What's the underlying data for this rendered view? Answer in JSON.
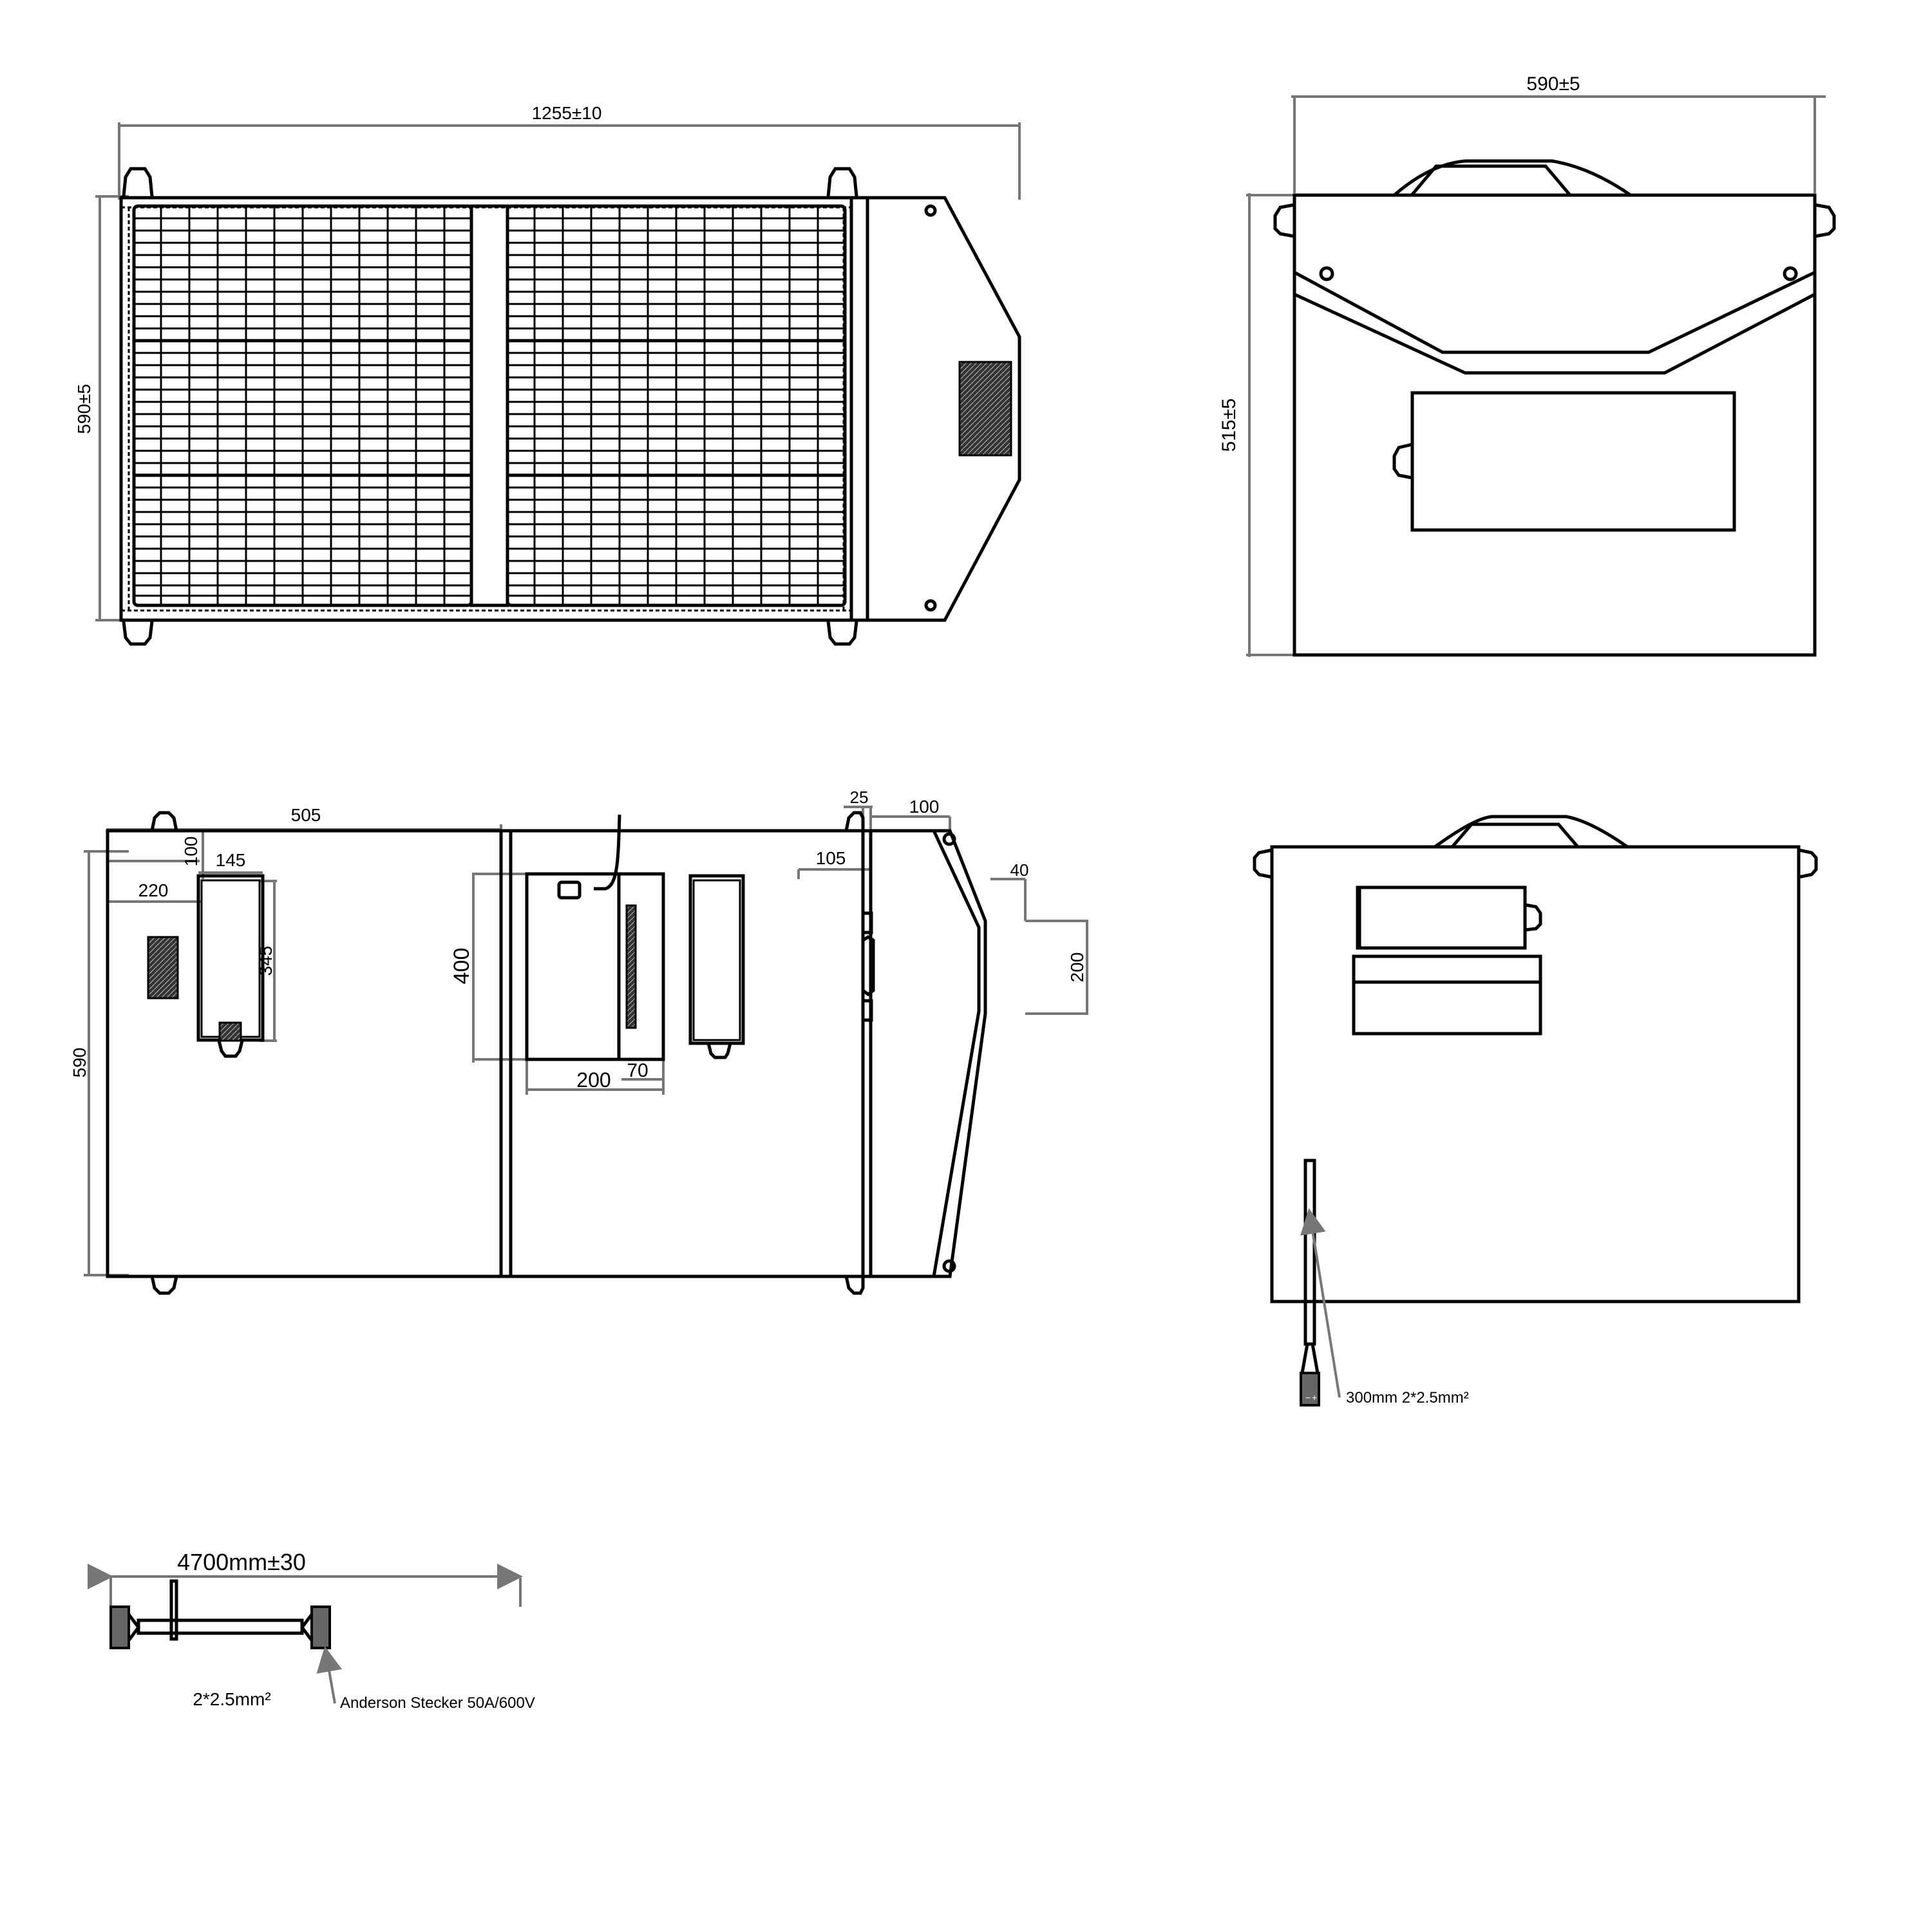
{
  "colors": {
    "line": "#000000",
    "dimension": "#777777",
    "connector": "#666666",
    "background": "#ffffff"
  },
  "view_top_open": {
    "dim_width": "1255±10",
    "dim_height": "590±5",
    "panels": 2,
    "panel_cell_columns": 12,
    "panel_cell_rows_per_block": 3
  },
  "view_side_closed": {
    "dim_width": "590±5",
    "dim_height": "515±5"
  },
  "view_back_open": {
    "dims": {
      "overall_height": "590",
      "left_section_width": "505",
      "pocket_offset_x": "220",
      "pocket_offset_y": "100",
      "pocket_width": "145",
      "pocket_height": "345",
      "controller_height": "400",
      "controller_width": "200",
      "controller_strip": "70",
      "pocket2_offset": "105",
      "hinge_width": "25",
      "flap_width": "100",
      "flap_inset": "40",
      "flap_mid_height": "200"
    }
  },
  "view_closed_back": {
    "cable_label": "300mm 2*2.5mm²"
  },
  "cable": {
    "length_label": "4700mm±30",
    "cross_section_label": "2*2.5mm²",
    "connector_label": "Anderson Stecker  50A/600V"
  }
}
